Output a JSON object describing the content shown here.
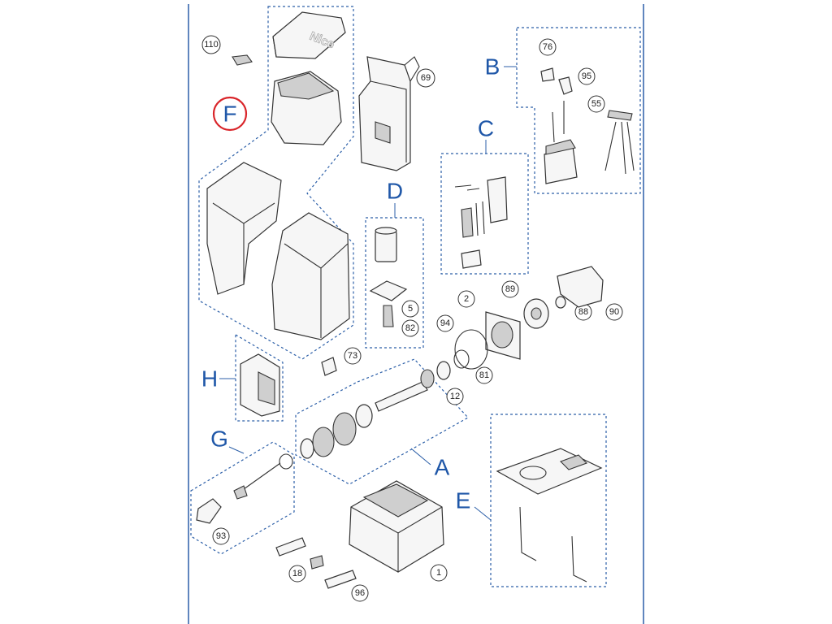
{
  "groups": {
    "A": "A",
    "B": "B",
    "C": "C",
    "D": "D",
    "E": "E",
    "F": "F",
    "G": "G",
    "H": "H"
  },
  "callouts": {
    "p110": "110",
    "p69": "69",
    "p76": "76",
    "p95": "95",
    "p55": "55",
    "p89": "89",
    "p2": "2",
    "p88": "88",
    "p90": "90",
    "p5": "5",
    "p82": "82",
    "p94": "94",
    "p81": "81",
    "p73": "73",
    "p12": "12",
    "p93": "93",
    "p18": "18",
    "p96": "96",
    "p1": "1"
  },
  "logo": "Nice",
  "colors": {
    "group_lines": "#2c5fa8",
    "group_letters": "#1f57a8",
    "highlight_circle": "#d9252a",
    "parts_stroke": "#333333"
  }
}
